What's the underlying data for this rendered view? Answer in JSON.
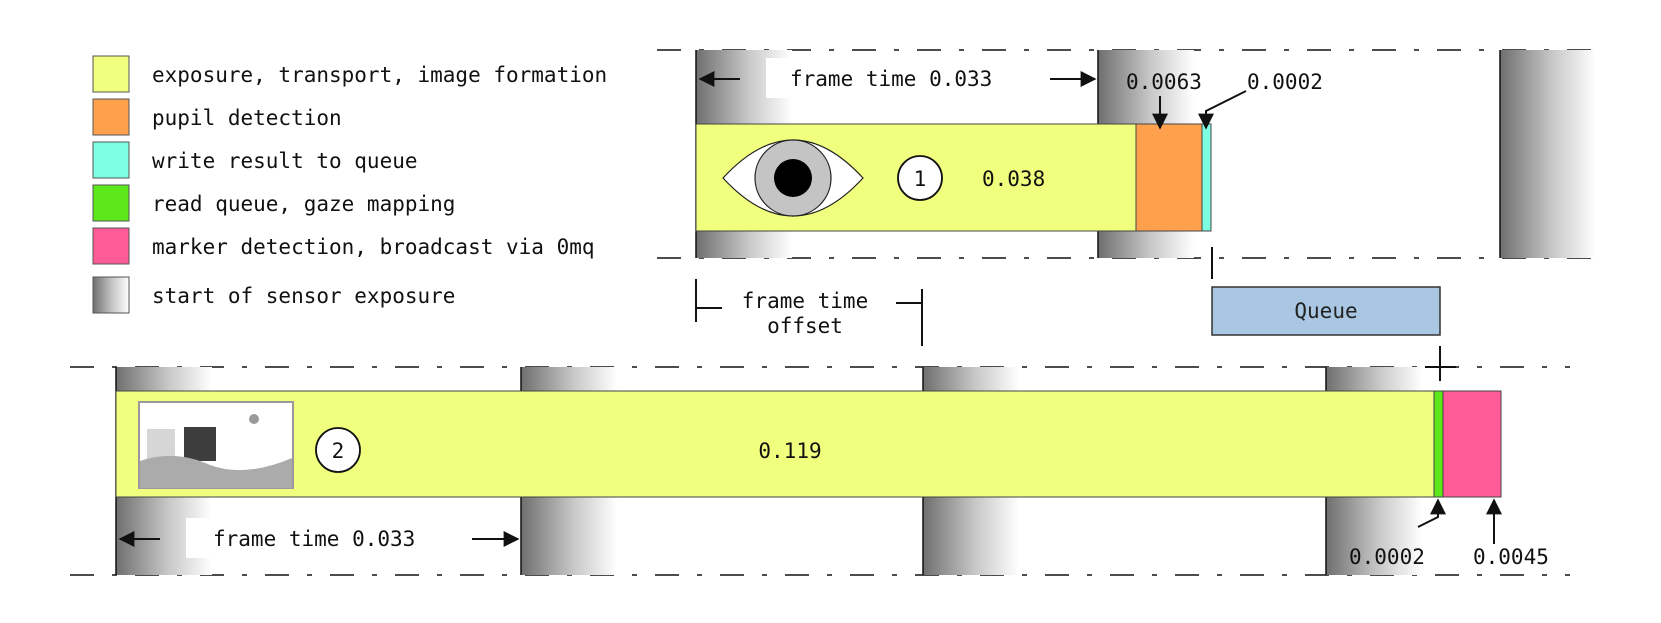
{
  "legend": {
    "items": [
      {
        "label": "exposure, transport, image formation",
        "color": "#f0ff7d"
      },
      {
        "label": "pupil detection",
        "color": "#ffa04d"
      },
      {
        "label": "write result to queue",
        "color": "#7dffe2"
      },
      {
        "label": "read queue, gaze mapping",
        "color": "#5de81a"
      },
      {
        "label": "marker detection, broadcast via 0mq",
        "color": "#ff5b96"
      },
      {
        "label": "start of sensor exposure",
        "color": "gradient-gray"
      }
    ]
  },
  "pipeline_eye": {
    "number": "1",
    "frame_time_label": "frame time 0.033",
    "main_duration": "0.038",
    "pupil_detection_duration": "0.0063",
    "write_queue_duration": "0.0002",
    "icon": "eye-icon"
  },
  "frame_offset": {
    "line1": "frame time",
    "line2": "offset"
  },
  "queue": {
    "label": "Queue",
    "color": "#a9c6e3"
  },
  "pipeline_world": {
    "number": "2",
    "frame_time_label": "frame time 0.033",
    "main_duration": "0.119",
    "read_queue_duration": "0.0002",
    "marker_detection_duration": "0.0045",
    "icon": "landscape-image-icon"
  }
}
